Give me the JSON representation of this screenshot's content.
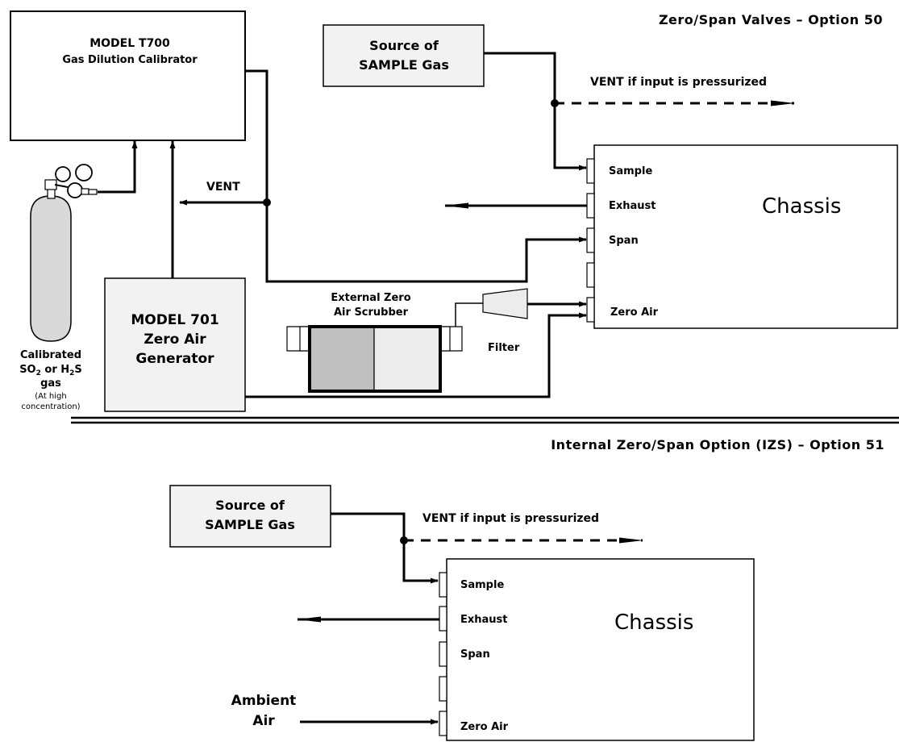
{
  "top": {
    "title": "Zero/Span Valves – Option 50",
    "calibrator": {
      "line1": "MODEL T700",
      "line2": "Gas Dilution Calibrator"
    },
    "source": {
      "line1": "Source of",
      "line2": "SAMPLE Gas"
    },
    "vent_pressurized": "VENT if input is pressurized",
    "vent": "VENT",
    "chassis": {
      "label": "Chassis",
      "ports": [
        "Sample",
        "Exhaust",
        "Span",
        "Zero Air"
      ]
    },
    "zero_air_generator": {
      "line1": "MODEL 701",
      "line2": "Zero Air",
      "line3": "Generator"
    },
    "scrubber": {
      "line1": "External Zero",
      "line2": "Air Scrubber"
    },
    "filter": "Filter",
    "cylinder": {
      "line1": "Calibrated",
      "line2_pre": "SO",
      "line2_sub": "2",
      "line2_mid": " or H",
      "line2_sub2": "2",
      "line2_post": "S",
      "line3": "gas",
      "line4": "(At high",
      "line5": "concentration)"
    }
  },
  "bottom": {
    "title": "Internal Zero/Span Option (IZS) – Option 51",
    "source": {
      "line1": "Source of",
      "line2": "SAMPLE Gas"
    },
    "vent_pressurized": "VENT if input is pressurized",
    "chassis": {
      "label": "Chassis",
      "ports": [
        "Sample",
        "Exhaust",
        "Span",
        "Zero Air"
      ]
    },
    "ambient": {
      "line1": "Ambient",
      "line2": "Air"
    }
  }
}
